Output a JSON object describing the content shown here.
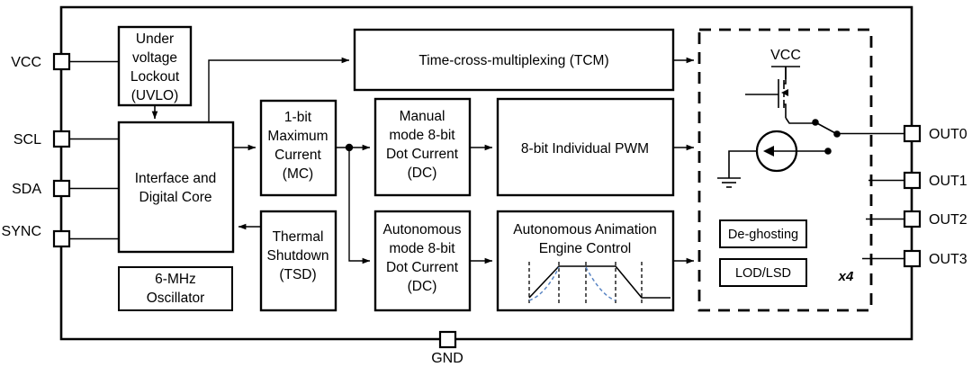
{
  "diagram": {
    "title": "LED driver functional block diagram",
    "accent_color": "#000000",
    "curve_color": "#5b86c4"
  },
  "pins": {
    "left": [
      {
        "name": "VCC",
        "label": "VCC"
      },
      {
        "name": "SCL",
        "label": "SCL"
      },
      {
        "name": "SDA",
        "label": "SDA"
      },
      {
        "name": "SYNC",
        "label": "SYNC"
      }
    ],
    "right": [
      {
        "name": "OUT0",
        "label": "OUT0"
      },
      {
        "name": "OUT1",
        "label": "OUT1"
      },
      {
        "name": "OUT2",
        "label": "OUT2"
      },
      {
        "name": "OUT3",
        "label": "OUT3"
      }
    ],
    "bottom": [
      {
        "name": "GND",
        "label": "GND"
      }
    ]
  },
  "blocks": {
    "uvlo": {
      "lines": [
        "Under",
        "voltage",
        "Lockout",
        "(UVLO)"
      ]
    },
    "interface": {
      "lines": [
        "Interface and",
        "Digital Core"
      ]
    },
    "oscillator": {
      "lines": [
        "6-MHz",
        "Oscillator"
      ]
    },
    "mc": {
      "lines": [
        "1-bit",
        "Maximum",
        "Current",
        "(MC)"
      ]
    },
    "tsd": {
      "lines": [
        "Thermal",
        "Shutdown",
        "(TSD)"
      ]
    },
    "tcm": {
      "lines": [
        "Time-cross-multiplexing (TCM)"
      ]
    },
    "manual_dc": {
      "lines": [
        "Manual",
        "mode 8-bit",
        "Dot Current",
        "(DC)"
      ]
    },
    "pwm": {
      "lines": [
        "8-bit Individual PWM"
      ]
    },
    "auto_dc": {
      "lines": [
        "Autonomous",
        "mode 8-bit",
        "Dot Current",
        "(DC)"
      ]
    },
    "animation": {
      "lines": [
        "Autonomous Animation",
        "Engine Control"
      ]
    },
    "deghosting": {
      "lines": [
        "De-ghosting"
      ]
    },
    "lodlsd": {
      "lines": [
        "LOD/LSD"
      ]
    }
  },
  "output_stage": {
    "supply_label": "VCC",
    "multiplier_label": "x4"
  }
}
